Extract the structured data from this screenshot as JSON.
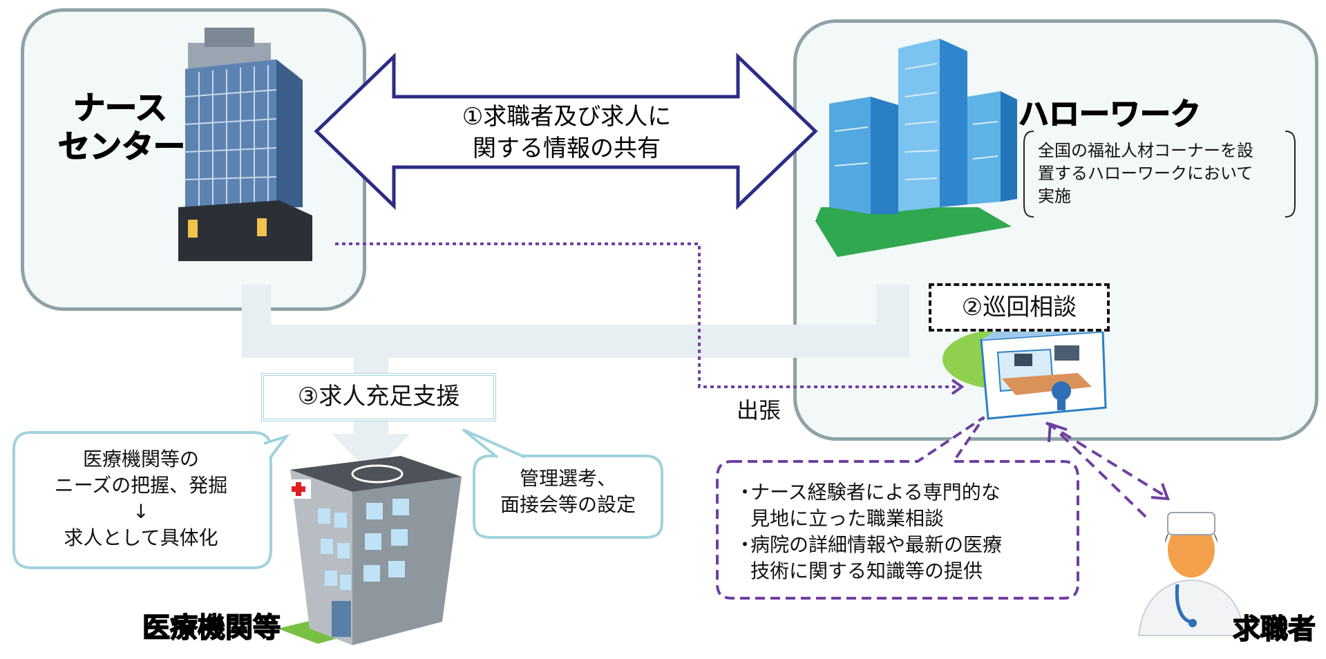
{
  "nurse_center": {
    "name_line1": "ナース",
    "name_line2": "センター"
  },
  "hello_work": {
    "name": "ハローワーク",
    "note_lines": [
      "全国の福祉人材コーナーを設",
      "置するハローワークにおいて",
      "実施"
    ]
  },
  "arrow_info": {
    "line1": "①求職者及び求人に",
    "line2": "関する情報の共有"
  },
  "patrol": {
    "label": "②巡回相談"
  },
  "support": {
    "label": "③求人充足支援"
  },
  "trip": {
    "label": "出張"
  },
  "left_bubble": {
    "lines": [
      "医療機関等の",
      "ニーズの把握、発掘",
      "↓",
      "求人として具体化"
    ]
  },
  "right_bubble": {
    "lines": [
      "管理選考、",
      "面接会等の設定"
    ]
  },
  "consult_box": {
    "items": [
      {
        "line1": "ナース経験者による専門的な",
        "line2": "見地に立った職業相談"
      },
      {
        "line1": "病院の詳細情報や最新の医療",
        "line2": "技術に関する知識等の提供"
      }
    ]
  },
  "medical": {
    "label": "医療機関等"
  },
  "job_seeker": {
    "label": "求職者"
  },
  "colors": {
    "panel_fill": "#f3f8f9",
    "panel_border": "#8ea2a6",
    "arrow_border": "#2c2c86",
    "dotted_purple": "#6f3fa0",
    "connector": "#e7eff2",
    "bubble_border": "#9fd3dc",
    "green": "#8fd14f"
  }
}
